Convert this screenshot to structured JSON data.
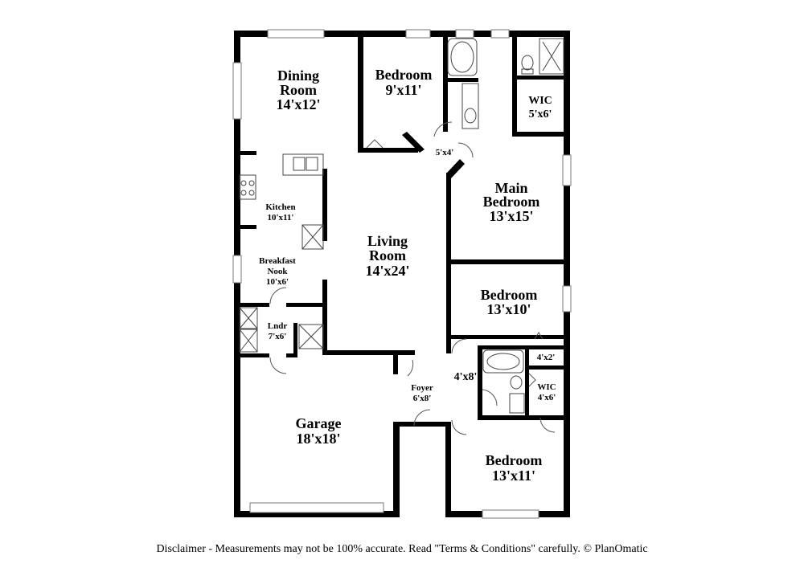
{
  "rooms": {
    "dining": {
      "name": "Dining Room",
      "name_l1": "Dining",
      "name_l2": "Room",
      "size": "14'x12'"
    },
    "bedroom_top": {
      "name": "Bedroom",
      "size": "9'x11'"
    },
    "wic_top": {
      "name": "WIC",
      "size": "5'x6'"
    },
    "hall_small": {
      "size": "5'x4'"
    },
    "main_bedroom": {
      "name_l1": "Main",
      "name_l2": "Bedroom",
      "size": "13'x15'"
    },
    "kitchen": {
      "name": "Kitchen",
      "size": "10'x11'"
    },
    "living": {
      "name_l1": "Living",
      "name_l2": "Room",
      "size": "14'x24'"
    },
    "nook": {
      "name_l1": "Breakfast",
      "name_l2": "Nook",
      "size": "10'x6'"
    },
    "bedroom_mid": {
      "name": "Bedroom",
      "size": "13'x10'"
    },
    "laundry": {
      "name": "Lndr",
      "size": "7'x6'"
    },
    "closet_small": {
      "size": "4'x2'"
    },
    "hall_mid": {
      "size": "4'x8'"
    },
    "wic_mid": {
      "name": "WIC",
      "size": "4'x6'"
    },
    "foyer": {
      "name": "Foyer",
      "size": "6'x8'"
    },
    "garage": {
      "name": "Garage",
      "size": "18'x18'"
    },
    "bedroom_bottom": {
      "name": "Bedroom",
      "size": "13'x11'"
    }
  },
  "disclaimer": "Disclaimer - Measurements may not be 100% accurate. Read \"Terms & Conditions\" carefully. © PlanOmatic"
}
